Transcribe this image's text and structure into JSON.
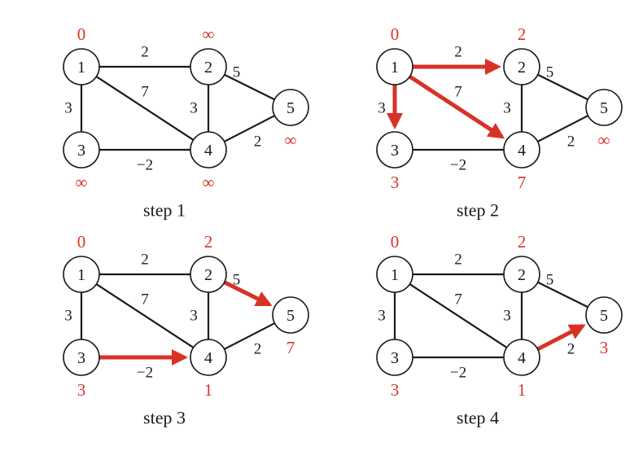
{
  "colors": {
    "highlight": "#d83226",
    "ink": "#1a1a1a"
  },
  "nodes": [
    "1",
    "2",
    "3",
    "4",
    "5"
  ],
  "edges": [
    {
      "id": "e12",
      "from": "1",
      "to": "2",
      "weight": "2"
    },
    {
      "id": "e13",
      "from": "1",
      "to": "3",
      "weight": "3"
    },
    {
      "id": "e14",
      "from": "1",
      "to": "4",
      "weight": "7"
    },
    {
      "id": "e24",
      "from": "2",
      "to": "4",
      "weight": "3"
    },
    {
      "id": "e25",
      "from": "2",
      "to": "5",
      "weight": "5"
    },
    {
      "id": "e34",
      "from": "3",
      "to": "4",
      "weight": "−2"
    },
    {
      "id": "e45",
      "from": "4",
      "to": "5",
      "weight": "2"
    }
  ],
  "steps": [
    {
      "caption": "step 1",
      "distances": {
        "1": "0",
        "2": "∞",
        "3": "∞",
        "4": "∞",
        "5": "∞"
      },
      "highlighted": []
    },
    {
      "caption": "step 2",
      "distances": {
        "1": "0",
        "2": "2",
        "3": "3",
        "4": "7",
        "5": "∞"
      },
      "highlighted": [
        "e12",
        "e13",
        "e14"
      ]
    },
    {
      "caption": "step 3",
      "distances": {
        "1": "0",
        "2": "2",
        "3": "3",
        "4": "1",
        "5": "7"
      },
      "highlighted": [
        "e25",
        "e34"
      ]
    },
    {
      "caption": "step 4",
      "distances": {
        "1": "0",
        "2": "2",
        "3": "3",
        "4": "1",
        "5": "3"
      },
      "highlighted": [
        "e45"
      ]
    }
  ]
}
